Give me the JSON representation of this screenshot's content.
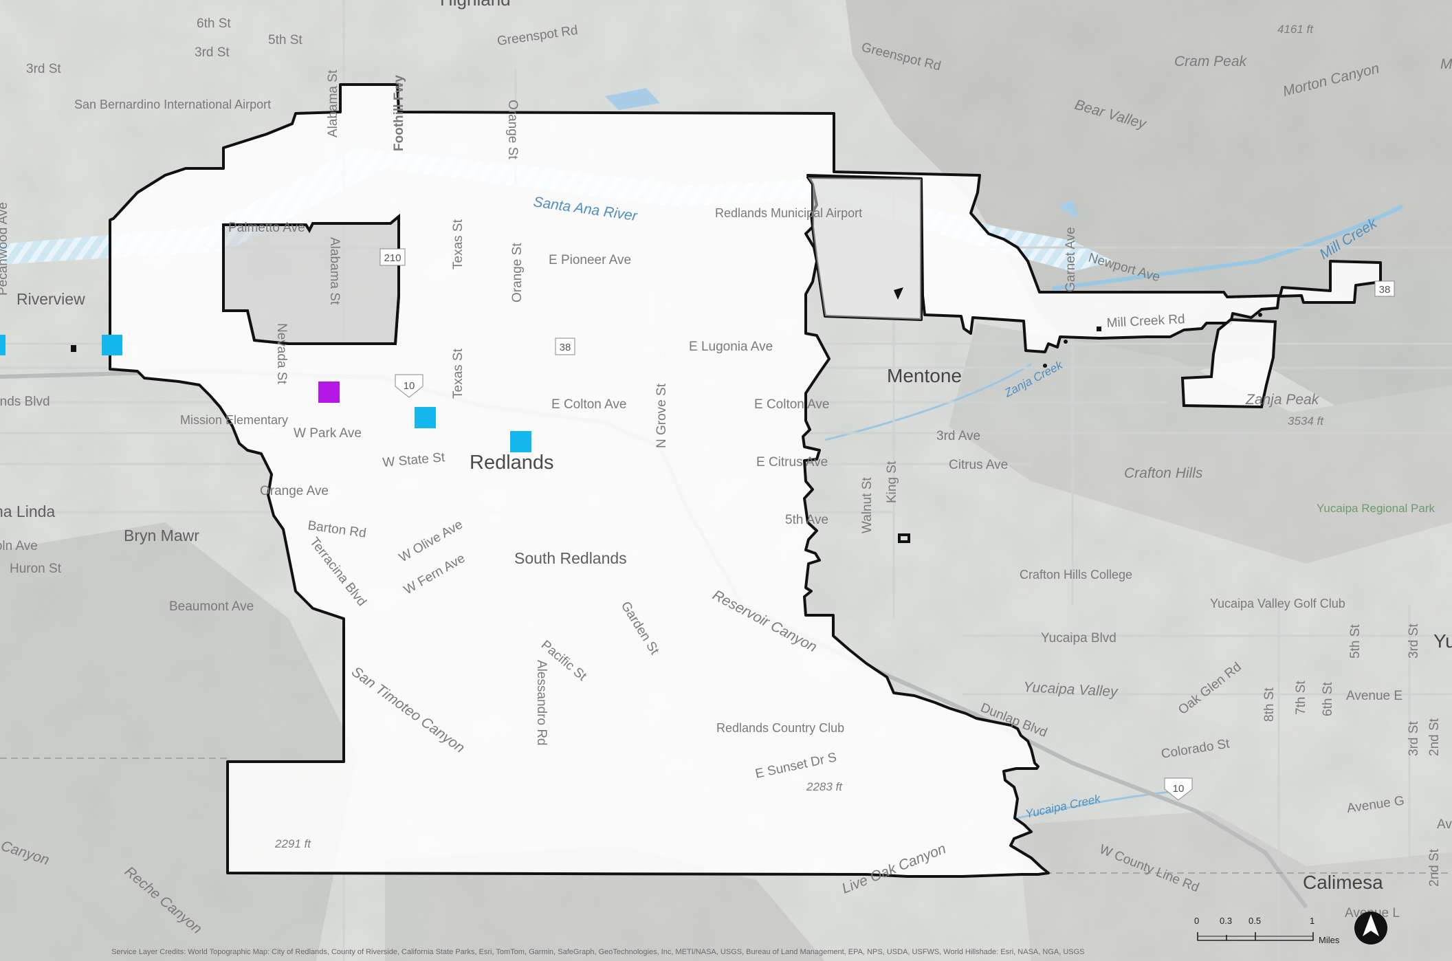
{
  "map": {
    "city_label": "Redlands",
    "place_labels": [
      {
        "text": "Highland"
      },
      {
        "text": "Mentone"
      },
      {
        "text": "Riverview"
      },
      {
        "text": "Bryn Mawr"
      },
      {
        "text": "Calimesa"
      },
      {
        "text": "Loma Linda"
      },
      {
        "text": "South Redlands"
      },
      {
        "text": "Crafton Hills"
      },
      {
        "text": "Yucaipa Valley"
      }
    ],
    "poi_labels": [
      {
        "text": "San Bernardino International Airport"
      },
      {
        "text": "Redlands Municipal Airport"
      },
      {
        "text": "Mission Elementary"
      },
      {
        "text": "Redlands Country Club"
      },
      {
        "text": "Crafton Hills College"
      },
      {
        "text": "Yucaipa Valley Golf Club"
      },
      {
        "text": "Yucaipa Regional Park"
      }
    ],
    "terrain_labels": [
      {
        "text": "Cram Peak"
      },
      {
        "text": "Morton Canyon"
      },
      {
        "text": "Bear Valley"
      },
      {
        "text": "Zanja Peak"
      },
      {
        "text": "San Timoteo Canyon"
      },
      {
        "text": "Reche Canyon"
      },
      {
        "text": "Live Oak Canyon"
      },
      {
        "text": "Reservoir Canyon"
      }
    ],
    "water_labels": [
      {
        "text": "Santa Ana River"
      },
      {
        "text": "Mill Creek"
      },
      {
        "text": "Zanja Creek"
      },
      {
        "text": "Yucaipa Creek"
      }
    ],
    "elevation_labels": [
      {
        "text": "4161 ft"
      },
      {
        "text": "3534 ft"
      },
      {
        "text": "2283 ft"
      },
      {
        "text": "2291 ft"
      }
    ],
    "road_labels": [
      "6th St",
      "5th St",
      "3rd St",
      "3rd St",
      "Greenspot Rd",
      "Greenspot Rd",
      "Palmetto Ave",
      "Alabama St",
      "Alabama St",
      "Foothill Fwy",
      "Orange St",
      "Orange St",
      "Texas St",
      "Texas St",
      "E Pioneer Ave",
      "E Lugonia Ave",
      "E Colton Ave",
      "E Colton Ave",
      "W Park Ave",
      "W State St",
      "E Citrus Ave",
      "Citrus Ave",
      "3rd Ave",
      "Orange Ave",
      "Barton Rd",
      "W Olive Ave",
      "W Fern Ave",
      "Terracina Blvd",
      "N Grove St",
      "Nevada St",
      "Walnut St",
      "King St",
      "5th Ave",
      "Garnet Ave",
      "Newport Ave",
      "Mill Creek Rd",
      "Garden St",
      "Pacific St",
      "Alessandro Rd",
      "E Sunset Dr S",
      "Dunlap Blvd",
      "Yucaipa Blvd",
      "Oak Glen Rd",
      "Colorado St",
      "8th St",
      "7th St",
      "6th St",
      "5th St",
      "3rd St",
      "2nd St",
      "3rd St",
      "2nd St",
      "Avenue E",
      "Avenue G",
      "Avenue L",
      "W County Line Rd",
      "Beaumont Ave",
      "Huron St",
      "Lincoln Ave",
      "Redlands Blvd",
      "Pecanwood Ave",
      "Canyon",
      "Yu",
      "M",
      "Av"
    ],
    "shields": [
      "210",
      "38",
      "38",
      "10",
      "10"
    ],
    "colors": {
      "boundary_stroke": "#111111",
      "jurisdiction_fill": "#ffffff",
      "excluded_fill": "#d5d5d5",
      "marker_cyan": "#14b8ee",
      "marker_magenta": "#b517e6",
      "water": "#a9cde6"
    },
    "markers": [
      {
        "color": "cyan"
      },
      {
        "color": "cyan"
      },
      {
        "color": "cyan"
      },
      {
        "color": "cyan"
      },
      {
        "color": "magenta"
      }
    ]
  },
  "scalebar": {
    "ticks": [
      "0",
      "0.3",
      "0.5",
      "1"
    ],
    "unit": "Miles"
  },
  "north_arrow": {
    "icon": "north-arrow-icon"
  },
  "credits": "Service Layer Credits: World Topographic Map: City of Redlands, County of Riverside, California State Parks, Esri, TomTom, Garmin, SafeGraph, GeoTechnologies, Inc, METI/NASA, USGS, Bureau of Land Management, EPA, NPS, USDA, USFWS, World Hillshade: Esri, NASA, NGA, USGS"
}
